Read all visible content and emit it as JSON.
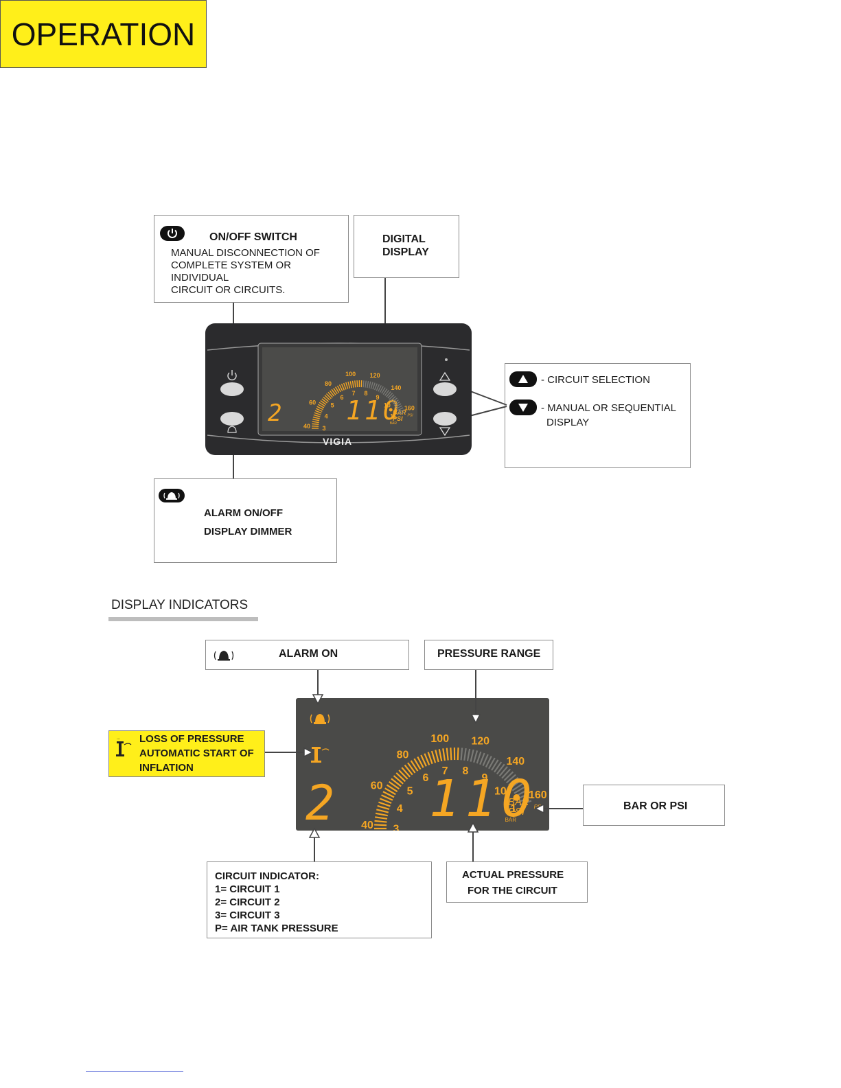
{
  "header": {
    "title": "OPERATION"
  },
  "callouts": {
    "onoff": {
      "title": "ON/OFF SWITCH",
      "lines": [
        "MANUAL DISCONNECTION OF",
        "COMPLETE SYSTEM OR",
        "INDIVIDUAL",
        "CIRCUIT OR CIRCUITS."
      ]
    },
    "digital": {
      "lines": [
        "DIGITAL",
        "DISPLAY"
      ]
    },
    "circuit_sel": {
      "up": "- CIRCUIT SELECTION",
      "down_1": "- MANUAL OR SEQUENTIAL",
      "down_2": "DISPLAY"
    },
    "alarm": {
      "line1": "ALARM ON/OFF",
      "line2": "DISPLAY DIMMER"
    }
  },
  "device": {
    "brand": "VIGIA",
    "circuit": "2",
    "pressure": "110",
    "unit_bar": "BAR",
    "unit_psi": "PSI"
  },
  "section": {
    "title": "DISPLAY INDICATORS"
  },
  "indicators": {
    "alarm_on": "ALARM ON",
    "pressure_range": "PRESSURE RANGE",
    "loss": [
      "LOSS OF PRESSURE",
      "AUTOMATIC START OF",
      "INFLATION"
    ],
    "bar_or_psi": "BAR OR PSI",
    "circuit_indicator": [
      "CIRCUIT INDICATOR:",
      "1= CIRCUIT 1",
      "2= CIRCUIT 2",
      "3= CIRCUIT 3",
      "P= AIR TANK PRESSURE"
    ],
    "actual_pressure": [
      "ACTUAL PRESSURE",
      "FOR THE CIRCUIT"
    ]
  },
  "gauge": {
    "psi_ticks": [
      "40",
      "60",
      "80",
      "100",
      "120",
      "140",
      "160"
    ],
    "bar_ticks": [
      "3",
      "4",
      "5",
      "6",
      "7",
      "8",
      "9",
      "10",
      "11"
    ],
    "psi_label": "PSI",
    "bar_label": "BAR",
    "psi_min": 40,
    "psi_max": 160,
    "value_psi": 110
  },
  "colors": {
    "lcd_bg": "#4a4a48",
    "lcd_amber": "#f5a623",
    "title_yellow": "#ffef1a",
    "device_body": "#2b2b2d"
  }
}
